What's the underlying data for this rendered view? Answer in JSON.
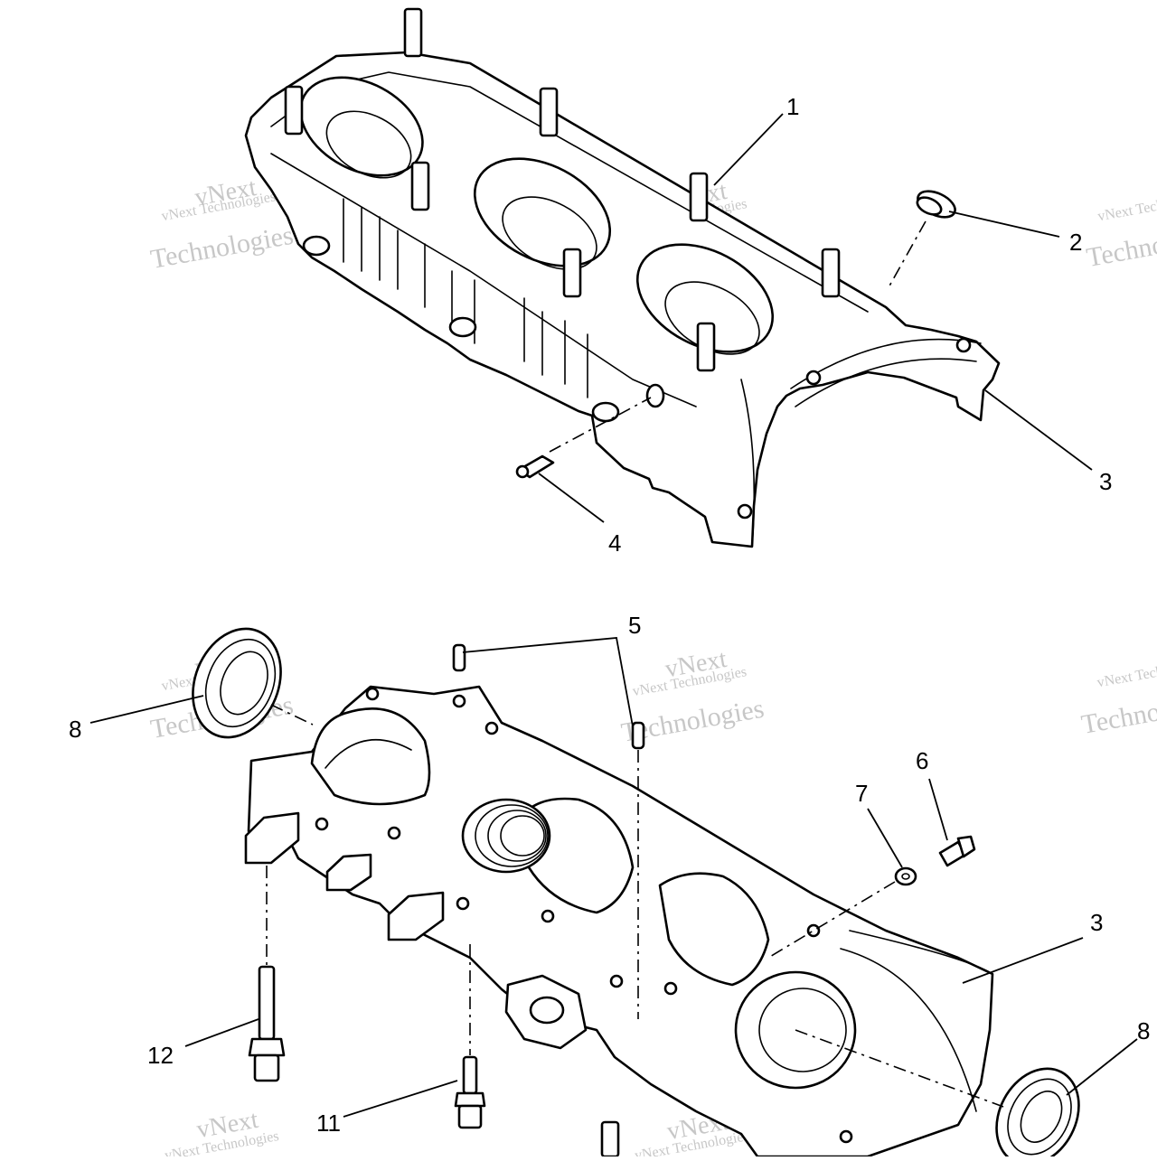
{
  "diagram": {
    "watermark_small": "vNext Technologies",
    "watermark_brand": "vNext",
    "watermark_large": "Technologies",
    "callouts": {
      "c1": "1",
      "c2": "2",
      "c3_top": "3",
      "c4": "4",
      "c5": "5",
      "c6": "6",
      "c7": "7",
      "c3_bottom": "3",
      "c8_left": "8",
      "c8_right": "8",
      "c11": "11",
      "c12": "12"
    }
  }
}
